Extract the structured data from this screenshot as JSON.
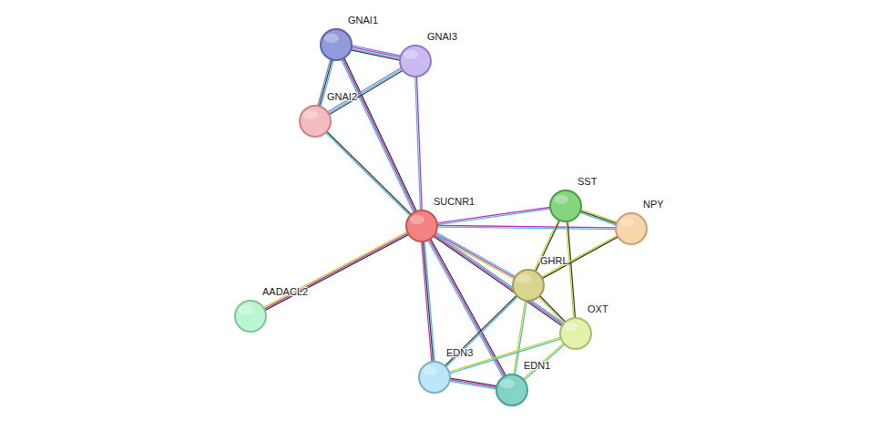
{
  "diagram": {
    "nodes": [
      {
        "text": [
          "GNAI1"
        ]
      },
      {
        "text": [
          "GNAI3"
        ]
      },
      {
        "text": [
          "GNAI2"
        ]
      },
      {
        "text": [
          "SUCNR1"
        ]
      },
      {
        "text": [
          "SST"
        ]
      },
      {
        "text": [
          "NPY"
        ]
      },
      {
        "text": [
          "GHRL"
        ]
      },
      {
        "text": [
          "OXT"
        ]
      },
      {
        "text": [
          "AADACL2"
        ]
      },
      {
        "text": [
          "EDN3"
        ]
      },
      {
        "text": [
          "EDN1"
        ]
      }
    ],
    "edges": [
      {
        "from": 3,
        "to": 0,
        "arrow": "none"
      },
      {
        "from": 3,
        "to": 2,
        "arrow": "none"
      },
      {
        "from": 3,
        "to": 1,
        "arrow": "none"
      },
      {
        "from": 0,
        "to": 2,
        "arrow": "none"
      },
      {
        "from": 0,
        "to": 1,
        "arrow": "none"
      },
      {
        "from": 2,
        "to": 1,
        "arrow": "none"
      },
      {
        "from": 3,
        "to": 8,
        "arrow": "none"
      },
      {
        "from": 3,
        "to": 4,
        "arrow": "none"
      },
      {
        "from": 3,
        "to": 5,
        "arrow": "none"
      },
      {
        "from": 3,
        "to": 6,
        "arrow": "none"
      },
      {
        "from": 3,
        "to": 7,
        "arrow": "none"
      },
      {
        "from": 3,
        "to": 9,
        "arrow": "none"
      },
      {
        "from": 3,
        "to": 10,
        "arrow": "none"
      },
      {
        "from": 4,
        "to": 5,
        "arrow": "none"
      },
      {
        "from": 4,
        "to": 6,
        "arrow": "none"
      },
      {
        "from": 4,
        "to": 7,
        "arrow": "none"
      },
      {
        "from": 5,
        "to": 6,
        "arrow": "none"
      },
      {
        "from": 6,
        "to": 7,
        "arrow": "none"
      },
      {
        "from": 6,
        "to": 9,
        "arrow": "none"
      },
      {
        "from": 6,
        "to": 10,
        "arrow": "none"
      },
      {
        "from": 7,
        "to": 9,
        "arrow": "none"
      },
      {
        "from": 7,
        "to": 10,
        "arrow": "none"
      },
      {
        "from": 9,
        "to": 10,
        "arrow": "none"
      }
    ]
  }
}
